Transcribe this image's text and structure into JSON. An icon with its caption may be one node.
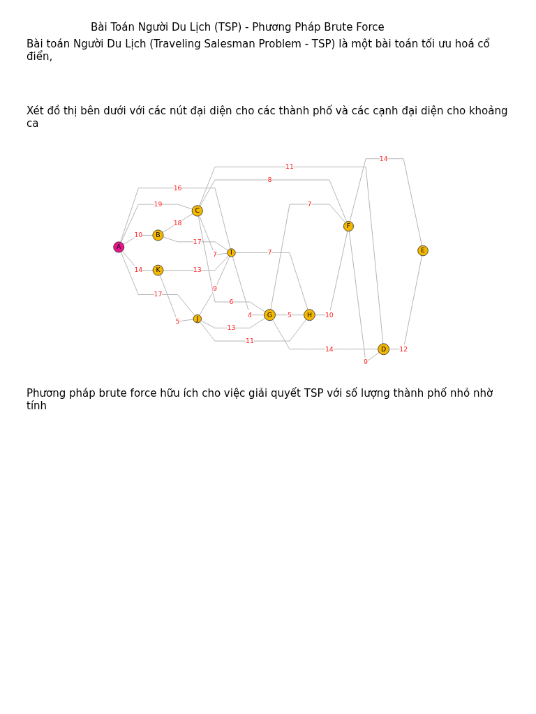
{
  "diagram": {
    "title": "Bài Toán Người Du Lịch (TSP) - Phương Pháp Brute Force",
    "nodes": [
      {
        "text": [
          "A"
        ]
      },
      {
        "text": [
          "B"
        ]
      },
      {
        "text": [
          "C"
        ]
      },
      {
        "text": [
          "D"
        ]
      },
      {
        "text": [
          "E"
        ]
      },
      {
        "text": [
          "F"
        ]
      },
      {
        "text": [
          "G"
        ]
      },
      {
        "text": [
          "H"
        ]
      },
      {
        "text": [
          "I"
        ]
      },
      {
        "text": [
          "J"
        ]
      },
      {
        "text": [
          "K"
        ]
      }
    ],
    "edges": [
      {
        "from": 0,
        "to": 1,
        "arrow": "none",
        "label": "10"
      },
      {
        "from": 0,
        "to": 10,
        "arrow": "none",
        "label": "14"
      },
      {
        "from": 0,
        "to": 9,
        "arrow": "none",
        "label": "17"
      },
      {
        "from": 0,
        "to": 8,
        "arrow": "none",
        "label": "16"
      },
      {
        "from": 0,
        "to": 2,
        "arrow": "none",
        "label": "19"
      },
      {
        "from": 1,
        "to": 8,
        "arrow": "none",
        "label": "17"
      },
      {
        "from": 1,
        "to": 2,
        "arrow": "none",
        "label": "18"
      },
      {
        "from": 2,
        "to": 8,
        "arrow": "none",
        "label": "7"
      },
      {
        "from": 2,
        "to": 6,
        "arrow": "none",
        "label": "6"
      },
      {
        "from": 2,
        "to": 5,
        "arrow": "none",
        "label": "8"
      },
      {
        "from": 2,
        "to": 3,
        "arrow": "none",
        "label": "11"
      },
      {
        "from": 8,
        "to": 6,
        "arrow": "none",
        "label": "4"
      },
      {
        "from": 10,
        "to": 8,
        "arrow": "none",
        "label": "13"
      },
      {
        "from": 9,
        "to": 8,
        "arrow": "none",
        "label": "9"
      },
      {
        "from": 8,
        "to": 7,
        "arrow": "none",
        "label": "7"
      },
      {
        "from": 9,
        "to": 6,
        "arrow": "none",
        "label": "13"
      },
      {
        "from": 6,
        "to": 3,
        "arrow": "none",
        "label": "14"
      },
      {
        "from": 6,
        "to": 5,
        "arrow": "none",
        "label": "7"
      },
      {
        "from": 6,
        "to": 7,
        "arrow": "none",
        "label": "5"
      },
      {
        "from": 10,
        "to": 9,
        "arrow": "none",
        "label": "5"
      },
      {
        "from": 9,
        "to": 7,
        "arrow": "none",
        "label": "11"
      },
      {
        "from": 7,
        "to": 5,
        "arrow": "none",
        "label": "10"
      },
      {
        "from": 5,
        "to": 3,
        "arrow": "none",
        "label": "9"
      },
      {
        "from": 5,
        "to": 4,
        "arrow": "none",
        "label": "14"
      },
      {
        "from": 3,
        "to": 4,
        "arrow": "none",
        "label": "12"
      }
    ],
    "labels": [
      "Bài toán Người Du Lịch (Traveling Salesman Problem - TSP) là một bài toán tối ưu hoá cổ điển,",
      "Xét đồ thị bên dưới với các nút đại diện cho các thành phố và các cạnh đại diện cho khoảng ca",
      "Phương pháp brute force hữu ích cho việc giải quyết TSP với số lượng thành phố nhỏ nhờ tính"
    ]
  }
}
